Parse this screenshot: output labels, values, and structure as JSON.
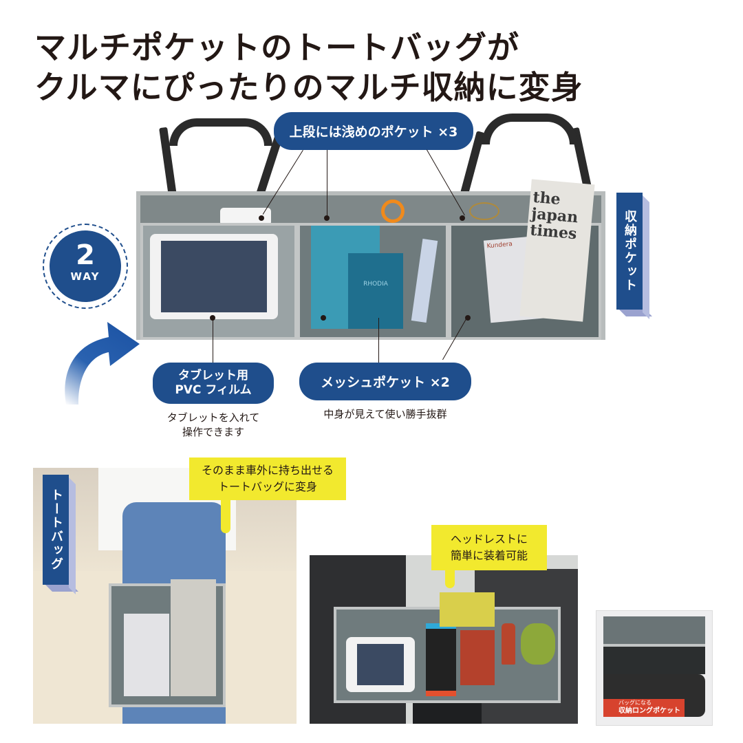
{
  "headline": {
    "line1": "マルチポケットのトートバッグが",
    "line2": "クルマにぴったりのマルチ収納に変身"
  },
  "badge": {
    "number": "2",
    "unit": "WAY",
    "ring_color": "#1f4e8c"
  },
  "callouts": {
    "upper_pockets": "上段には浅めのポケット ×3",
    "tablet_film_line1": "タブレット用",
    "tablet_film_line2": "PVC フィルム",
    "tablet_desc_line1": "タブレットを入れて",
    "tablet_desc_line2": "操作できます",
    "mesh_pockets": "メッシュポケット ×2",
    "mesh_desc": "中身が見えて使い勝手抜群"
  },
  "side_labels": {
    "storage_pocket": "収納ポケット",
    "tote_bag": "トートバッグ"
  },
  "photos": {
    "tote": {
      "speech_line1": "そのまま車外に持ち出せる",
      "speech_line2": "トートバッグに変身"
    },
    "car": {
      "speech_line1": "ヘッドレストに",
      "speech_line2": "簡単に装着可能"
    },
    "package": {
      "label_small": "バッグになる",
      "label_main": "収納ロングポケット"
    }
  },
  "product_items": {
    "newspaper_masthead": "the japan times",
    "notebook_brand": "RHODIA",
    "book_author": "Kundera"
  },
  "colors": {
    "navy": "#1f4e8c",
    "yellow": "#f2e92e",
    "text": "#231815",
    "label_side": "#b6bde0"
  }
}
